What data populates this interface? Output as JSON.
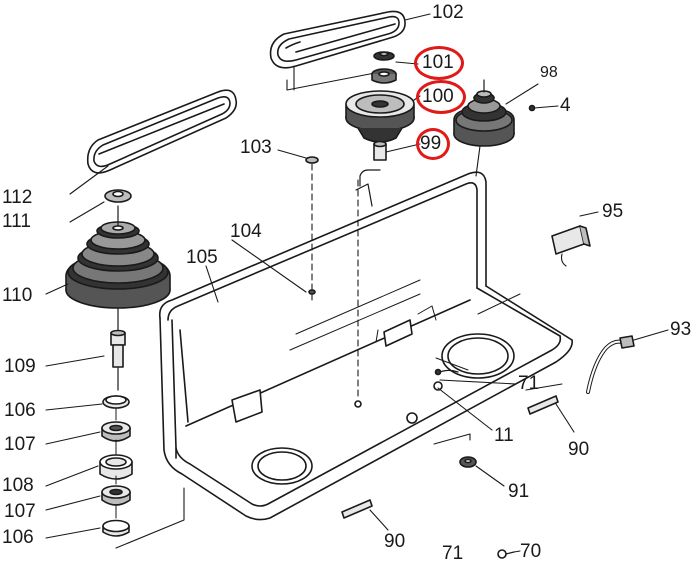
{
  "labels": {
    "l102": "102",
    "l101": "101",
    "l100": "100",
    "l98": "98",
    "l4": "4",
    "l99": "99",
    "l103": "103",
    "l112": "112",
    "l111": "111",
    "l95": "95",
    "l104": "104",
    "l105": "105",
    "l110": "110",
    "l93": "93",
    "l109": "109",
    "l71a": "71",
    "l106a": "106",
    "l107a": "107",
    "l11": "11",
    "l90a": "90",
    "l108": "108",
    "l91": "91",
    "l107b": "107",
    "l106b": "106",
    "l90b": "90",
    "l71b": "71",
    "l70": "70"
  },
  "colors": {
    "line": "#1a1a1a",
    "highlight": "#e01919",
    "fill_light": "#e8e8e8",
    "fill_mid": "#bdbdbd",
    "fill_dark": "#555555"
  }
}
